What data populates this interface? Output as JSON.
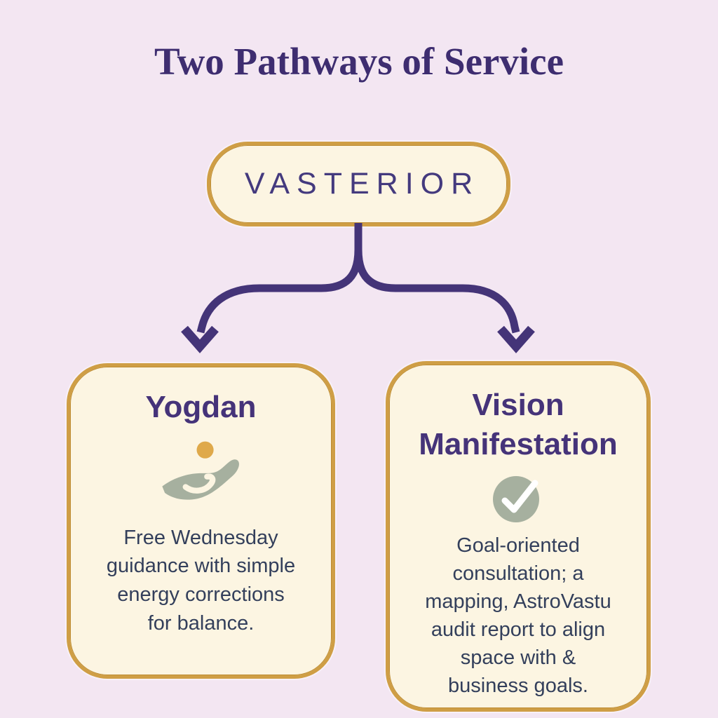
{
  "title": "Two Pathways of Service",
  "root_node": {
    "label": "VASTERIOR"
  },
  "branches": [
    {
      "heading": "Yogdan",
      "icon": "giving-hand-icon",
      "description": "Free Wednesday\nguidance with simple\nenergy corrections\nfor balance."
    },
    {
      "heading": "Vision\nManifestation",
      "icon": "check-circle-icon",
      "description": "Goal-oriented\nconsultation; a\nmapping, AstroVastu\naudit report to align\nspace with &\nbusiness goals."
    }
  ],
  "colors": {
    "background": "#f3e6f2",
    "box_fill": "#fcf5e2",
    "box_border": "#cf9e45",
    "title_text": "#3e2d70",
    "heading_text": "#453379",
    "body_text": "#333f5b",
    "arrow": "#443478",
    "icon_sage": "#a6b09f",
    "icon_gold": "#dfa94a"
  }
}
